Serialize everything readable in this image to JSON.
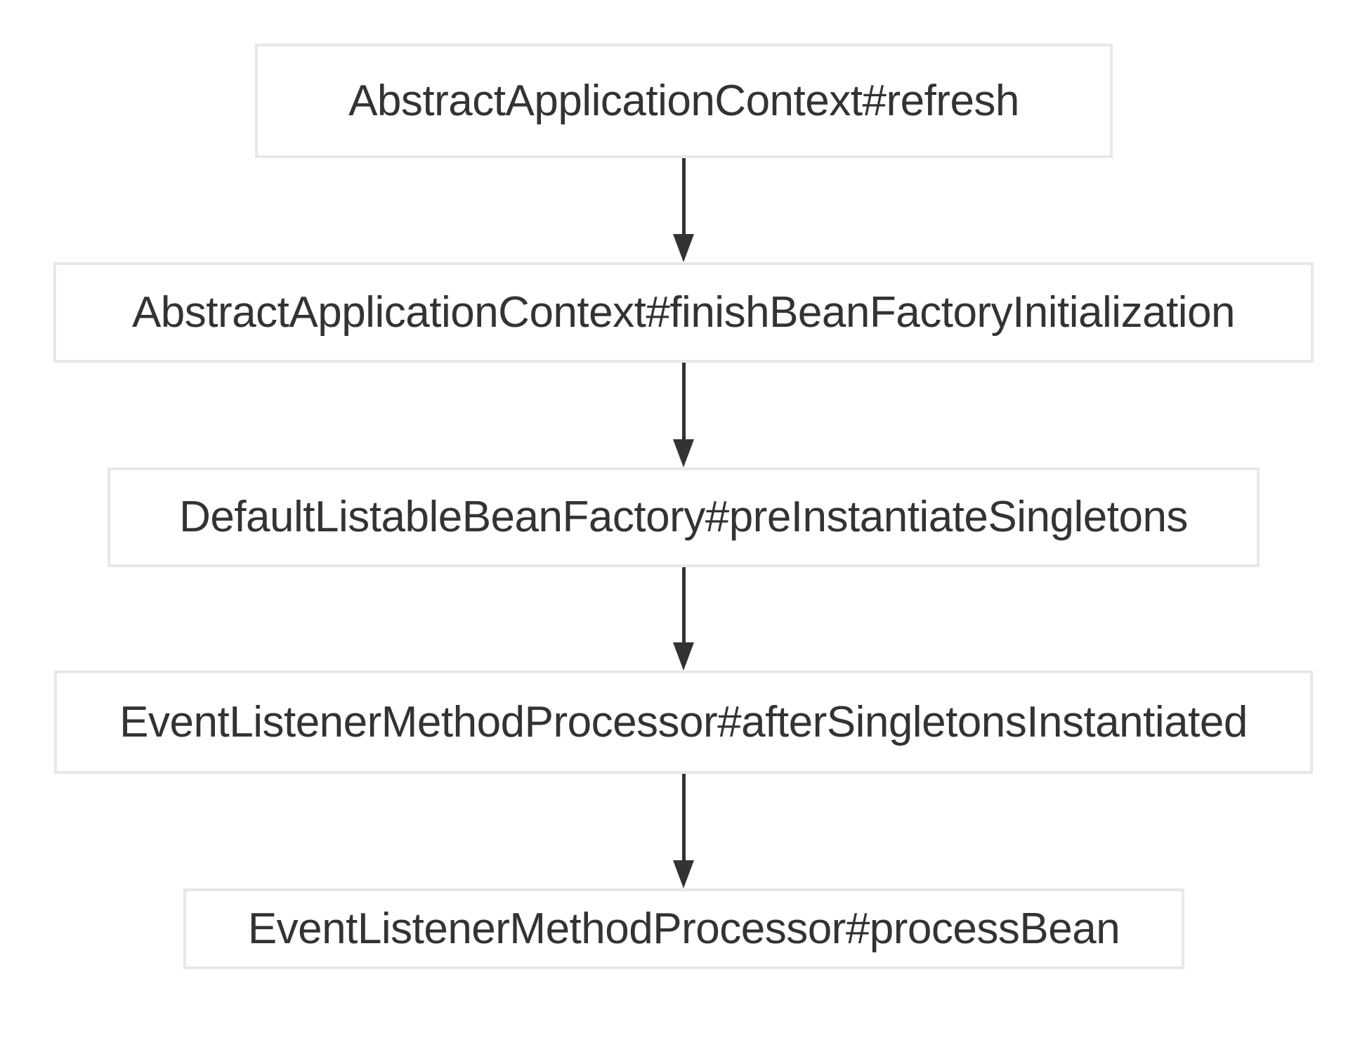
{
  "diagram": {
    "type": "flowchart",
    "direction": "top-down",
    "background_color": "#ffffff",
    "node_border_color": "#e8e8e8",
    "node_fill_color": "#ffffff",
    "text_color": "#333333",
    "arrow_color": "#333333",
    "nodes": [
      {
        "id": "refresh",
        "label": "AbstractApplicationContext#refresh"
      },
      {
        "id": "finishBeanFactoryInitialization",
        "label": "AbstractApplicationContext#finishBeanFactoryInitialization"
      },
      {
        "id": "preInstantiateSingletons",
        "label": "DefaultListableBeanFactory#preInstantiateSingletons"
      },
      {
        "id": "afterSingletonsInstantiated",
        "label": "EventListenerMethodProcessor#afterSingletonsInstantiated"
      },
      {
        "id": "processBean",
        "label": "EventListenerMethodProcessor#processBean"
      }
    ],
    "edges": [
      {
        "from": "AbstractApplicationContext#refresh",
        "to": "AbstractApplicationContext#finishBeanFactoryInitialization"
      },
      {
        "from": "AbstractApplicationContext#finishBeanFactoryInitialization",
        "to": "DefaultListableBeanFactory#preInstantiateSingletons"
      },
      {
        "from": "DefaultListableBeanFactory#preInstantiateSingletons",
        "to": "EventListenerMethodProcessor#afterSingletonsInstantiated"
      },
      {
        "from": "EventListenerMethodProcessor#afterSingletonsInstantiated",
        "to": "EventListenerMethodProcessor#processBean"
      }
    ]
  }
}
